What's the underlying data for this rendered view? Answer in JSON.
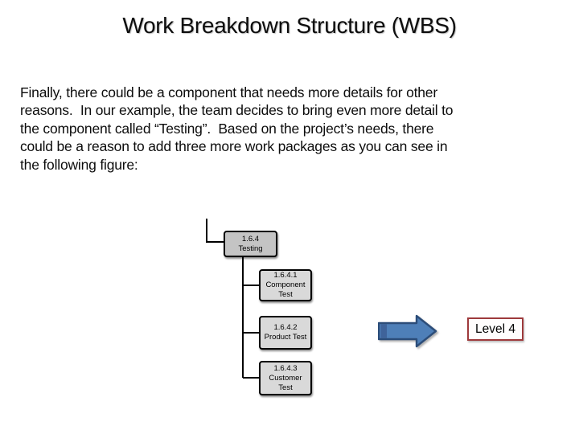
{
  "slide": {
    "title": "Work Breakdown Structure (WBS)",
    "body_lines": [
      "Finally, there could be a component that needs more details for other",
      "reasons.  In our example, the team decides to bring even more detail to",
      "the component called “Testing”.  Based on the project’s needs, there",
      "could be a reason to add three more work packages as you can see in",
      "the following figure:"
    ]
  },
  "diagram": {
    "type": "wbs-tree",
    "nodes": [
      {
        "code": "1.6.4",
        "label": "Testing",
        "level": 3
      },
      {
        "code": "1.6.4.1",
        "label": "Component Test",
        "level": 4
      },
      {
        "code": "1.6.4.2",
        "label": "Product Test",
        "level": 4
      },
      {
        "code": "1.6.4.3",
        "label": "Customer Test",
        "level": 4
      }
    ]
  },
  "annotation": {
    "arrow_icon": "right-block-arrow",
    "level_label": "Level 4"
  },
  "colors": {
    "background": "#ffffff",
    "text": "#0d0d0d",
    "node_parent_fill": "#c4c4c4",
    "node_child_fill": "#d9d9d9",
    "node_border": "#000000",
    "connector": "#000000",
    "arrow_fill": "#4e7fb8",
    "arrow_shade": "#3f639a",
    "arrow_border": "#2c4d79",
    "level_box_border": "#9e3a3c"
  }
}
